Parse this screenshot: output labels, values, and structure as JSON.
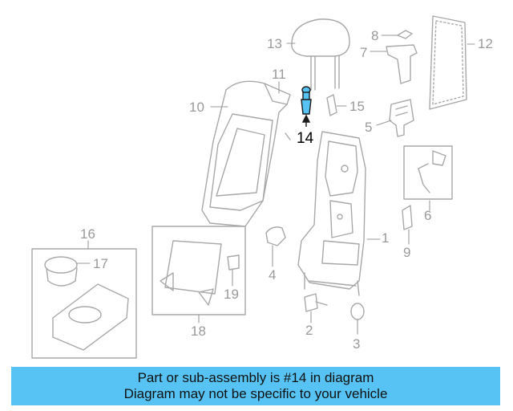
{
  "callouts": [
    "1",
    "2",
    "3",
    "4",
    "5",
    "6",
    "7",
    "8",
    "9",
    "10",
    "11",
    "12",
    "13",
    "14",
    "15",
    "16",
    "17",
    "18",
    "19"
  ],
  "highlight_callout": "14",
  "colors": {
    "line": "#a8a8a8",
    "highlight_fill": "#57c3f4",
    "highlight_stroke": "#1a1a1a",
    "banner": "#57c3f4",
    "callout_text": "#9a9a9a"
  },
  "banner": {
    "line1": "Part or sub-assembly is #14 in diagram",
    "line2": "Diagram may not be specific to your vehicle"
  }
}
